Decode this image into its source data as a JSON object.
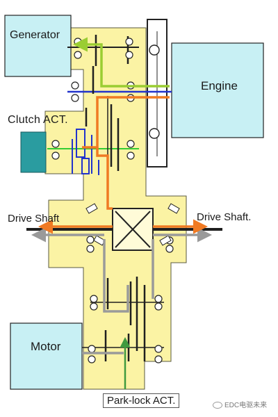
{
  "labels": {
    "generator": "Generator",
    "engine": "Engine",
    "clutch_actuator": "Clutch ACT.",
    "drive_shaft_left": "Drive Shaft",
    "drive_shaft_right": "Drive Shaft.",
    "motor": "Motor",
    "park_lock_actuator": "Park-lock ACT."
  },
  "watermark": "EDC电驱未来",
  "colors": {
    "housing": "#fbf3a4",
    "component_box": "#c8f0f4",
    "clutch_actuator_box": "#2a9ca0",
    "generator_path": "#9acd32",
    "engine_path": "#f07a23",
    "motor_path": "#9a9a9a",
    "park_lock_arrow": "#3f9a3f",
    "gear_shaft": "#1f1f1f",
    "clutch_shaft": "#2233cc",
    "clutch_gear": "#33cc33"
  }
}
